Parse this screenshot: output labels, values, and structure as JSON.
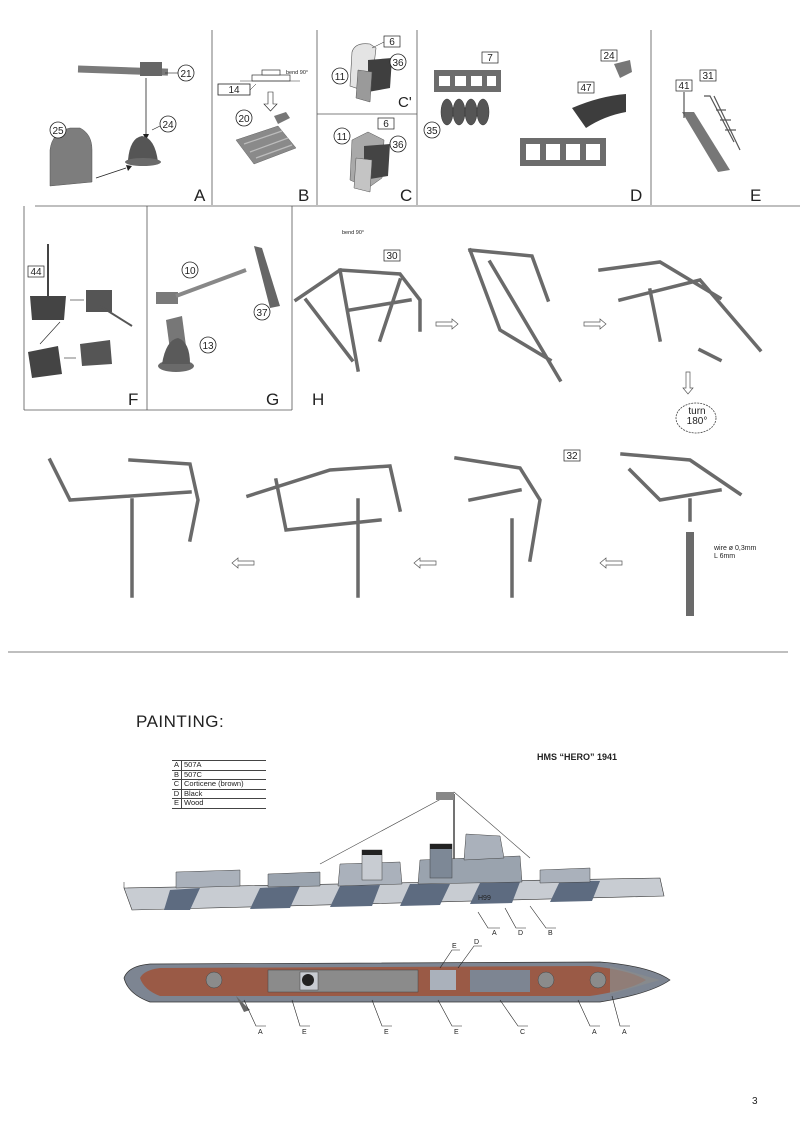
{
  "panels": {
    "a": "A",
    "b": "B",
    "c": "C",
    "c_prime": "C'",
    "d": "D",
    "e": "E",
    "f": "F",
    "g": "G",
    "h": "H"
  },
  "parts": {
    "p21": "21",
    "p24a": "24",
    "p25": "25",
    "p14": "14",
    "p20": "20",
    "p6a": "6",
    "p11a": "11",
    "p36a": "36",
    "p6b": "6",
    "p11b": "11",
    "p36b": "36",
    "p7": "7",
    "p35": "35",
    "p24b": "24",
    "p47": "47",
    "p41": "41",
    "p31": "31",
    "p44": "44",
    "p10": "10",
    "p37": "37",
    "p13": "13",
    "p30": "30",
    "p32": "32"
  },
  "notes": {
    "bend_b": "bend 90°",
    "bend_h": "bend 90°",
    "turn_line1": "turn",
    "turn_line2": "180°",
    "wire_line1": "wire ø 0,3mm",
    "wire_line2": "L 6mm"
  },
  "painting": {
    "title": "PAINTING:",
    "ship_title": "HMS “HERO” 1941",
    "legend": [
      {
        "key": "A",
        "name": "507A"
      },
      {
        "key": "B",
        "name": "507C"
      },
      {
        "key": "C",
        "name": "Corticene (brown)"
      },
      {
        "key": "D",
        "name": "Black"
      },
      {
        "key": "E",
        "name": "Wood"
      }
    ],
    "side_labels": [
      "A",
      "D",
      "B"
    ],
    "plan_labels_top": [
      "E",
      "D"
    ],
    "plan_labels_bottom": [
      "A",
      "E",
      "E",
      "E",
      "C",
      "A",
      "A"
    ],
    "hull_number": "H99"
  },
  "colors": {
    "part_grey": "#6f6f6f",
    "deck_brown": "#9a5a46",
    "hull_light": "#c8ccd2",
    "hull_dark": "#5d6b80"
  },
  "page_number": "3"
}
